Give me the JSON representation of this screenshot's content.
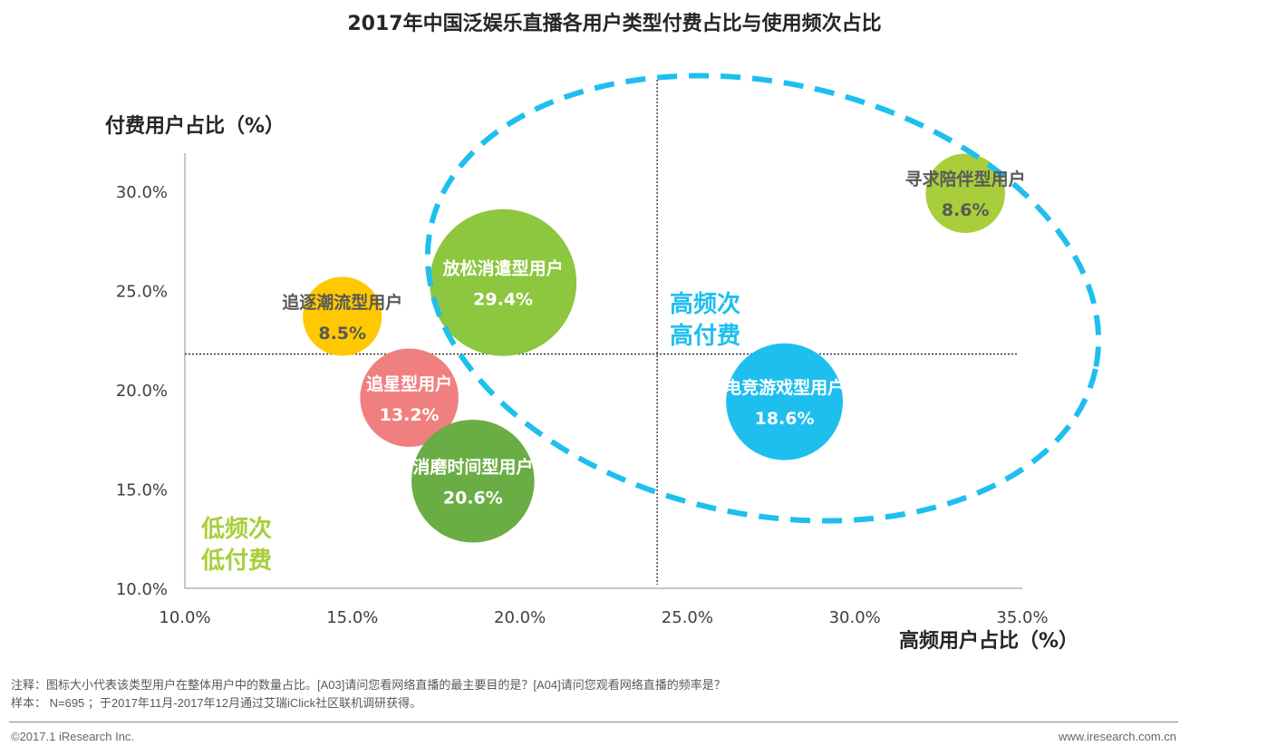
{
  "chart_data": {
    "type": "scatter",
    "title": "2017年中国泛娱乐直播各用户类型付费占比与使用频次占比",
    "xlabel": "高频用户占比（%）",
    "ylabel": "付费用户占比（%）",
    "xlim": [
      10,
      35
    ],
    "ylim": [
      10,
      32
    ],
    "x_ticks": [
      "10.0%",
      "15.0%",
      "20.0%",
      "25.0%",
      "30.0%",
      "35.0%"
    ],
    "y_ticks": [
      "30.0%",
      "25.0%",
      "20.0%",
      "15.0%",
      "10.0%"
    ],
    "divider": {
      "x": 24.1,
      "y": 21.8
    },
    "points": [
      {
        "name": "寻求陪伴型用户",
        "x": 33.3,
        "y": 29.9,
        "size_label": "8.6%",
        "size": 8.6,
        "color": "#a8cf3b",
        "label_color": "#595959"
      },
      {
        "name": "放松消遣型用户",
        "x": 19.5,
        "y": 25.4,
        "size_label": "29.4%",
        "size": 29.4,
        "color": "#8dc63f",
        "label_color": "#ffffff"
      },
      {
        "name": "追逐潮流型用户",
        "x": 14.7,
        "y": 23.7,
        "size_label": "8.5%",
        "size": 8.5,
        "color": "#ffc800",
        "label_color": "#595959"
      },
      {
        "name": "追星型用户",
        "x": 16.7,
        "y": 19.6,
        "size_label": "13.2%",
        "size": 13.2,
        "color": "#f08080",
        "label_color": "#ffffff"
      },
      {
        "name": "电竞游戏型用户",
        "x": 27.9,
        "y": 19.4,
        "size_label": "18.6%",
        "size": 18.6,
        "color": "#1ebfef",
        "label_color": "#ffffff"
      },
      {
        "name": "消磨时间型用户",
        "x": 18.6,
        "y": 15.4,
        "size_label": "20.6%",
        "size": 20.6,
        "color": "#6aad45",
        "label_color": "#ffffff"
      }
    ],
    "quadrant_labels": [
      {
        "lines": [
          "高频次",
          "高付费"
        ],
        "color": "#1ebfef"
      },
      {
        "lines": [
          "低频次",
          "低付费"
        ],
        "color": "#a8cf3b"
      }
    ],
    "highlight_ellipse_color": "#1ebfef"
  },
  "notes": {
    "line1": "注释：图标大小代表该类型用户在整体用户中的数量占比。[A03]请问您看网络直播的最主要目的是？[A04]请问您观看网络直播的频率是？",
    "line2": "样本： N=695 ；于2017年11月-2017年12月通过艾瑞iClick社区联机调研获得。"
  },
  "footer": {
    "copyright": "©2017.1 iResearch Inc.",
    "website": "www.iresearch.com.cn"
  }
}
